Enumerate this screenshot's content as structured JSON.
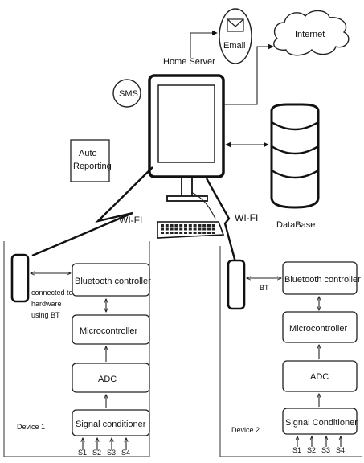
{
  "server": {
    "title": "Home Server",
    "database": "DataBase",
    "email": "Email",
    "internet": "Internet",
    "sms": "SMS",
    "auto_reporting": [
      "Auto",
      "Reporting"
    ],
    "wifi_left": "WI-FI",
    "wifi_right": "WI-FI"
  },
  "device1": {
    "name": "Device 1",
    "phone_note": [
      "connected to",
      "hardware",
      "using BT"
    ],
    "blocks": [
      "Bluetooth controller",
      "Microcontroller",
      "ADC",
      "Signal conditioner"
    ],
    "sensors": [
      "S1",
      "S2",
      "S3",
      "S4"
    ]
  },
  "device2": {
    "name": "Device 2",
    "bt_label": "BT",
    "blocks": [
      "Bluetooth controller",
      "Microcontroller",
      "ADC",
      "Signal Conditioner"
    ],
    "sensors": [
      "S1",
      "S2",
      "S3",
      "S4"
    ]
  }
}
